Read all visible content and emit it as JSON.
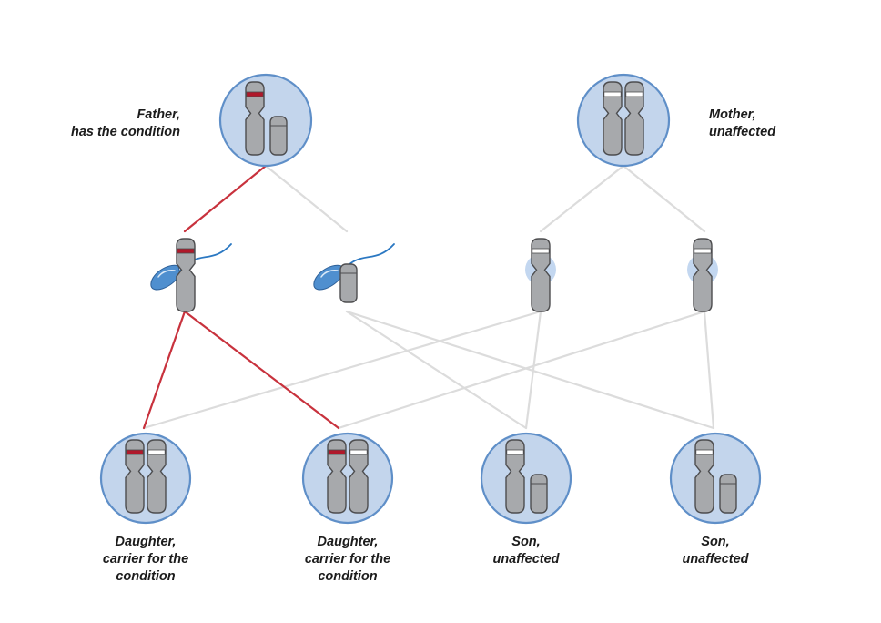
{
  "colors": {
    "cell_fill": "#c3d5ec",
    "cell_stroke": "#5f8fc8",
    "chromosome_fill": "#a7a9ac",
    "chromosome_stroke": "#4d4d4f",
    "affected_band": "#b0182a",
    "normal_band": "#ffffff",
    "inherit_affected_line": "#c8323d",
    "inherit_normal_line": "#dcdcdc",
    "sperm_head": "#4f8fcf",
    "sperm_tail": "#2b78c2",
    "egg_halo": "#bcd3ee"
  },
  "parents": {
    "father": {
      "line1": "Father,",
      "line2": "has the condition",
      "chromosomes": [
        "X-affected",
        "Y"
      ]
    },
    "mother": {
      "line1": "Mother,",
      "line2": "unaffected",
      "chromosomes": [
        "X-normal",
        "X-normal"
      ]
    }
  },
  "gametes": [
    {
      "type": "sperm",
      "chromosome": "X-affected",
      "icon": "sperm-icon"
    },
    {
      "type": "sperm",
      "chromosome": "Y",
      "icon": "sperm-icon"
    },
    {
      "type": "egg",
      "chromosome": "X-normal",
      "icon": "egg-icon"
    },
    {
      "type": "egg",
      "chromosome": "X-normal",
      "icon": "egg-icon"
    }
  ],
  "children": [
    {
      "line1": "Daughter,",
      "line2": "carrier for the",
      "line3": "condition",
      "chromosomes": [
        "X-affected",
        "X-normal"
      ]
    },
    {
      "line1": "Daughter,",
      "line2": "carrier for the",
      "line3": "condition",
      "chromosomes": [
        "X-affected",
        "X-normal"
      ]
    },
    {
      "line1": "Son,",
      "line2": "unaffected",
      "line3": "",
      "chromosomes": [
        "X-normal",
        "Y"
      ]
    },
    {
      "line1": "Son,",
      "line2": "unaffected",
      "line3": "",
      "chromosomes": [
        "X-normal",
        "Y"
      ]
    }
  ]
}
